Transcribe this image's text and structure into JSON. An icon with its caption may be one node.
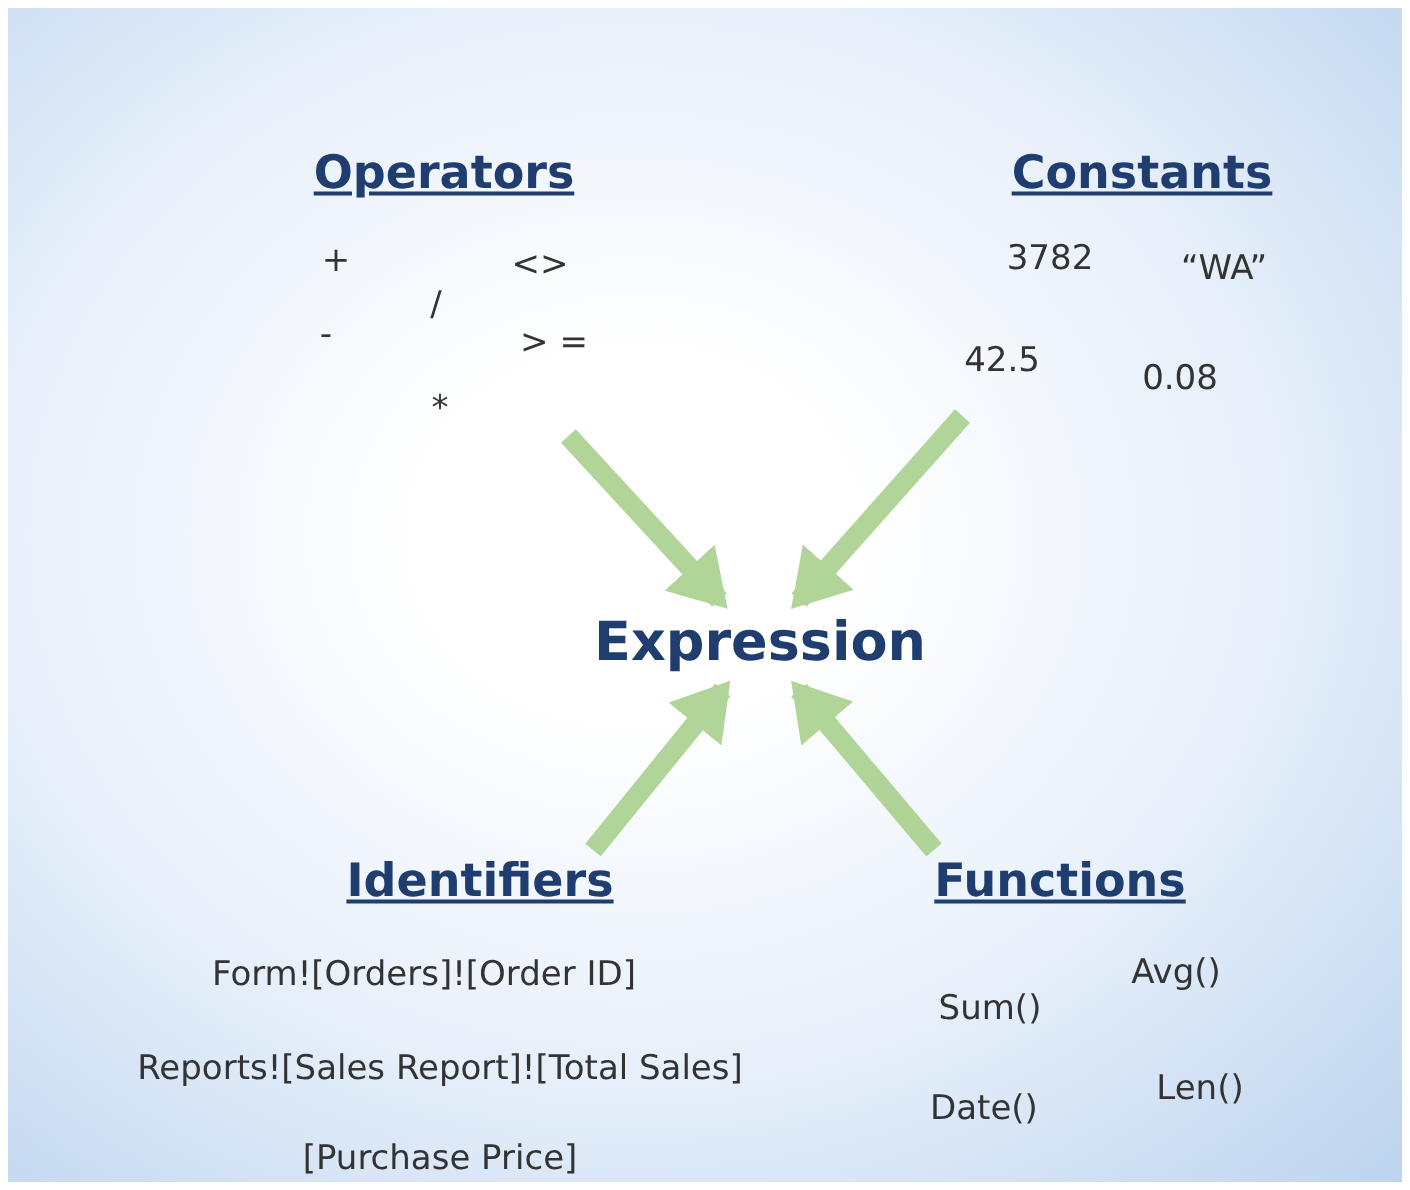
{
  "diagram": {
    "nodes": [
      {
        "text": [
          "Operators",
          "+",
          "-",
          "/",
          "<>",
          "> =",
          "*"
        ]
      },
      {
        "text": [
          "Constants",
          "3782",
          "“WA”",
          "42.5",
          "0.08"
        ]
      },
      {
        "text": [
          "Identifiers",
          "Form![Orders]![Order ID]",
          "Reports![Sales Report]![Total Sales]",
          "[Purchase Price]"
        ]
      },
      {
        "text": [
          "Functions",
          "Avg()",
          "Sum()",
          "Len()",
          "Date()"
        ]
      },
      {
        "text": [
          "Expression"
        ]
      }
    ],
    "edges": [
      {
        "from": 0,
        "to": 4,
        "arrow": "to"
      },
      {
        "from": 1,
        "to": 4,
        "arrow": "to"
      },
      {
        "from": 2,
        "to": 4,
        "arrow": "to"
      },
      {
        "from": 3,
        "to": 4,
        "arrow": "to"
      }
    ]
  }
}
